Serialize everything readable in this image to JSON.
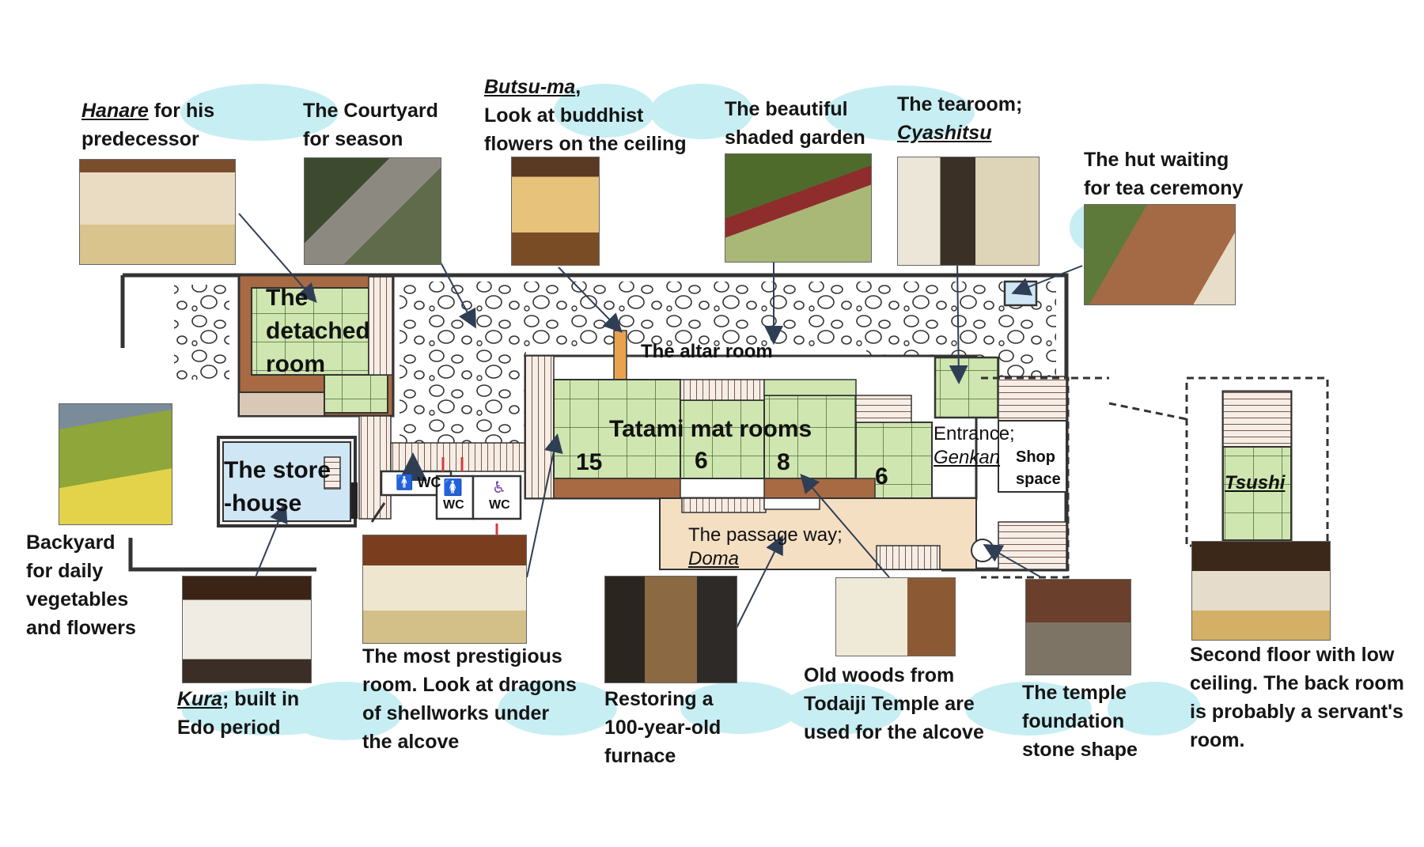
{
  "captions": {
    "hanare": {
      "l1_em": "Hanare",
      "l1_rest": " for his",
      "l2": "predecessor"
    },
    "courtyard": {
      "l1": "The Courtyard",
      "l2": "for season"
    },
    "butsuma": {
      "l1_em": "Butsu-ma",
      "l1_rest": ",",
      "l2": " Look at buddhist",
      "l3": "flowers on the ceiling"
    },
    "garden": {
      "l1": "The beautiful",
      "l2": "shaded garden"
    },
    "tearoom": {
      "l1": "The tearoom;",
      "l2_em": "Cyashitsu"
    },
    "hut": {
      "l1": "The  hut waiting",
      "l2": "for tea ceremony"
    },
    "backyard": {
      "l1": "Backyard",
      "l2": "for daily",
      "l3": "vegetables",
      "l4": "and flowers"
    },
    "kura": {
      "l1_em": "Kura",
      "l1_rest": "; built in",
      "l2": "Edo period"
    },
    "prestigious": {
      "l1": "The most prestigious",
      "l2": "room. Look at dragons",
      "l3": "of shellworks under",
      "l4": "the alcove"
    },
    "furnace": {
      "l1": "Restoring a",
      "l2": "100-year-old",
      "l3": "furnace"
    },
    "todaiji": {
      "l1": "Old woods from",
      "l2": "Todaiji Temple are",
      "l3": "used for the alcove"
    },
    "foundation": {
      "l1": "The temple",
      "l2": "foundation",
      "l3": "stone shape"
    },
    "second_floor": {
      "l1": "Second floor with low",
      "l2": "ceiling. The back room",
      "l3": "is probably a servant's",
      "l4": "room."
    }
  },
  "plan": {
    "detached_room": {
      "l1": "The",
      "l2": "detached",
      "l3": "room"
    },
    "altar_room": "The altar room",
    "tatami_rooms": "Tatami mat rooms",
    "room_numbers": [
      "15",
      "6",
      "8",
      "6"
    ],
    "store_house": {
      "l1": "The store",
      "l2": "-house"
    },
    "entrance": {
      "l1": "Entrance;",
      "l2_em": "Genkan"
    },
    "shop_space": {
      "l1": "Shop",
      "l2": "space"
    },
    "passage": {
      "l1": "The passage way;",
      "l2_em": "Doma"
    },
    "tsushi": "Tsushi",
    "wc": [
      "WC",
      "WC",
      "WC"
    ]
  },
  "colors": {
    "bubble": "#c7eef3",
    "tatami": "#cfe6b0",
    "doma": "#f5dfc3",
    "store": "#cfe6f5",
    "wall": "#333333",
    "wood": "#a86a43"
  }
}
